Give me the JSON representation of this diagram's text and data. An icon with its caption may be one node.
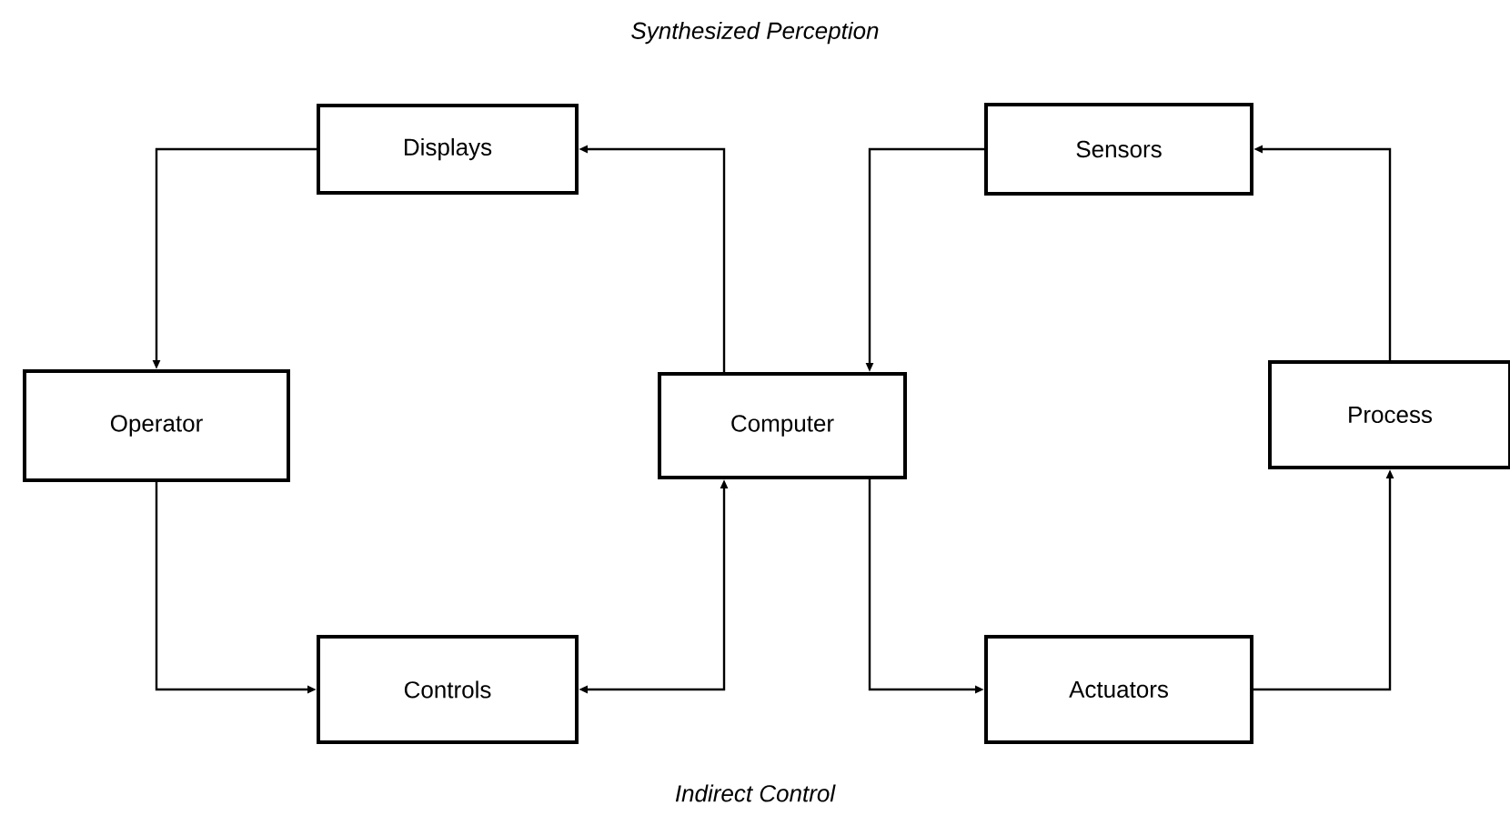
{
  "diagram": {
    "title": "Synthesized Perception",
    "caption": "Indirect Control",
    "nodes": [
      {
        "text": [
          "Displays"
        ]
      },
      {
        "text": [
          "Sensors"
        ]
      },
      {
        "text": [
          "Operator"
        ]
      },
      {
        "text": [
          "Computer"
        ]
      },
      {
        "text": [
          "Process"
        ]
      },
      {
        "text": [
          "Controls"
        ]
      },
      {
        "text": [
          "Actuators"
        ]
      }
    ],
    "edges": [
      {
        "from": 3,
        "to": 0,
        "arrow": "to"
      },
      {
        "from": 0,
        "to": 2,
        "arrow": "to"
      },
      {
        "from": 2,
        "to": 5,
        "arrow": "to"
      },
      {
        "from": 5,
        "to": 3,
        "arrow": "both"
      },
      {
        "from": 1,
        "to": 3,
        "arrow": "to"
      },
      {
        "from": 3,
        "to": 6,
        "arrow": "to"
      },
      {
        "from": 6,
        "to": 4,
        "arrow": "to"
      },
      {
        "from": 4,
        "to": 1,
        "arrow": "to"
      }
    ]
  }
}
